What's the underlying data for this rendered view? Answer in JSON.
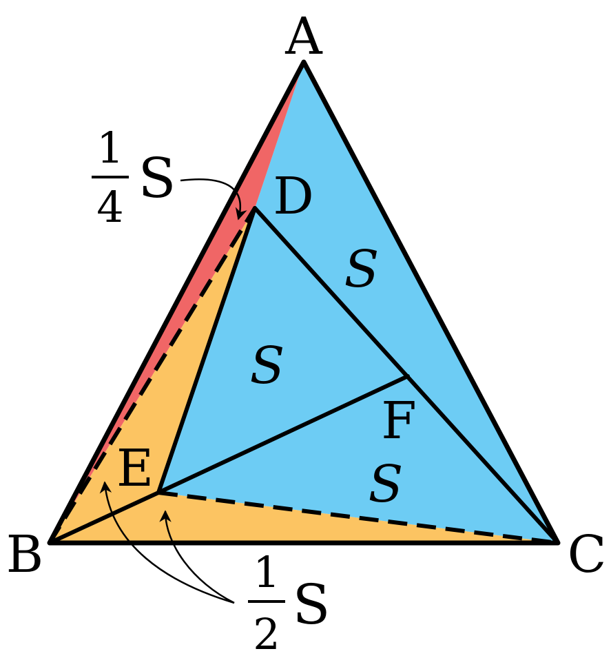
{
  "points": {
    "A": "A",
    "B": "B",
    "C": "C",
    "D": "D",
    "E": "E",
    "F": "F"
  },
  "regions": {
    "adc": "S",
    "dec": "S",
    "efc": "S"
  },
  "callouts": {
    "quarter": {
      "numerator": "1",
      "denominator": "4",
      "symbol": "S"
    },
    "half": {
      "numerator": "1",
      "denominator": "2",
      "symbol": "S"
    }
  },
  "colors": {
    "blue": "#6dccf4",
    "orange": "#fcc462",
    "red": "#f06666",
    "stroke": "#000000"
  }
}
